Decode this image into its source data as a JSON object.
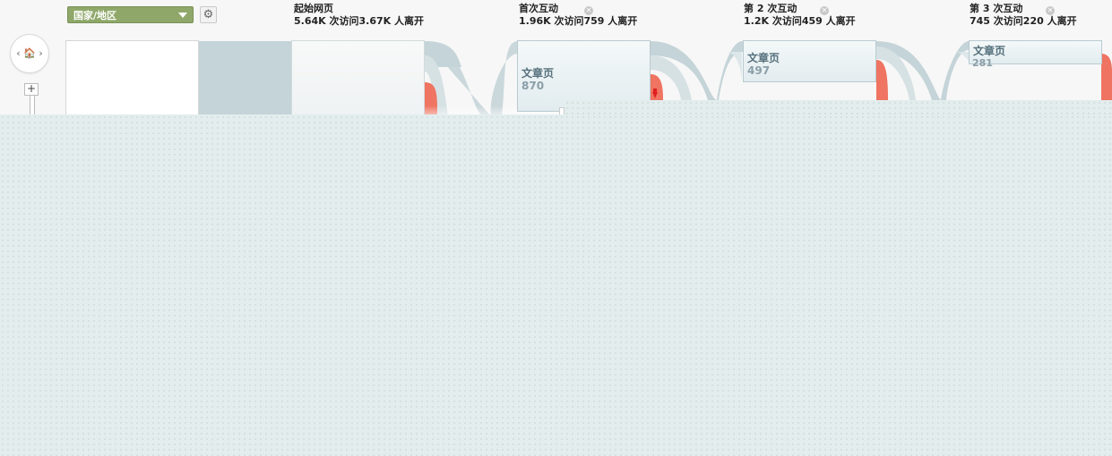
{
  "toolbar": {
    "dimension_select": "国家/地区",
    "settings_icon": "gear-icon"
  },
  "columns": [
    {
      "title": "起始网页",
      "stats": "5.64K 次访问3.67K 人离开"
    },
    {
      "title": "首次互动",
      "stats": "1.96K 次访问759 人离开"
    },
    {
      "title": "第 2 次互动",
      "stats": "1.2K 次访问459 人离开"
    },
    {
      "title": "第 3 次互动",
      "stats": "745 次访问220 人离开"
    }
  ],
  "nodes": [
    {
      "label": "文章页",
      "value": "870"
    },
    {
      "label": "文章页",
      "value": "497"
    },
    {
      "label": "文章页",
      "value": "281"
    }
  ],
  "nav": {
    "zoom_in": "+",
    "pan_glyph": "‹ 🏠 ›"
  },
  "colors": {
    "flow": "#c4d4d8",
    "dropoff": "#ef7461",
    "accent_select": "#8fa86a",
    "overlay": "#e3edee"
  }
}
